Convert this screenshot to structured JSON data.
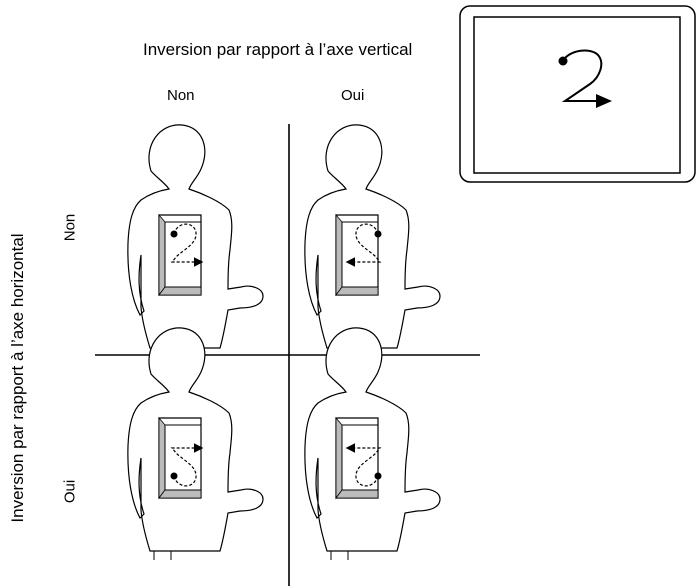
{
  "titles": {
    "top": "Inversion par rapport à l’axe vertical",
    "left": "Inversion par rapport à l’axe horizontal"
  },
  "columns": [
    "Non",
    "Oui"
  ],
  "rows": [
    "Non",
    "Oui"
  ],
  "reference_glyph": "2"
}
